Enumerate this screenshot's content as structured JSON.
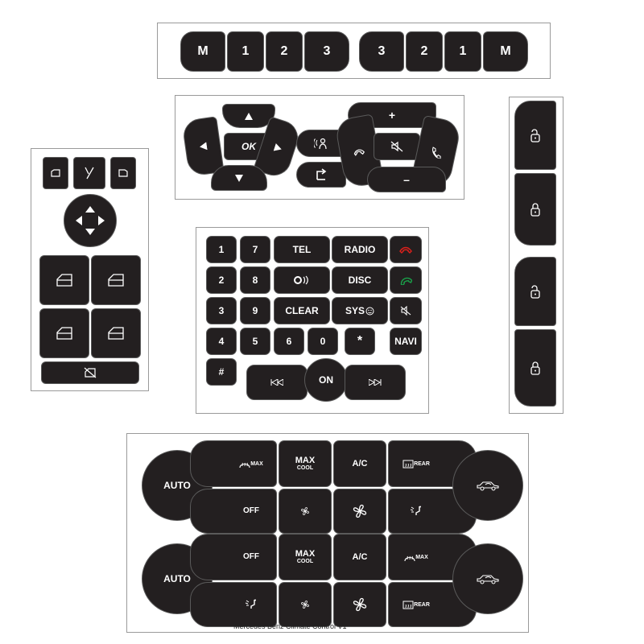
{
  "memory_strip": {
    "left": [
      "M",
      "1",
      "2",
      "3"
    ],
    "right": [
      "3",
      "2",
      "1",
      "M"
    ]
  },
  "steering": {
    "ok": "OK",
    "plus": "+",
    "minus": "–",
    "icons": [
      "up-arrow-icon",
      "down-arrow-icon",
      "left-arrow-icon",
      "right-arrow-icon",
      "voice-command-icon",
      "back-icon",
      "phone-hangup-icon",
      "mute-icon",
      "phone-answer-icon"
    ]
  },
  "keypad": {
    "digits_col1": [
      "1",
      "2",
      "3",
      "4"
    ],
    "digits_col2": [
      "7",
      "8",
      "9"
    ],
    "row4_digits": [
      "5",
      "6",
      "0"
    ],
    "star": "*",
    "hash": "#",
    "tel": "TEL",
    "radio": "RADIO",
    "disc": "DISC",
    "clear": "CLEAR",
    "sys": "SYS",
    "navi": "NAVI",
    "on": "ON",
    "colors": {
      "hangup": "#e0201b",
      "answer": "#1aa24a"
    }
  },
  "climate": {
    "auto": "AUTO",
    "off": "OFF",
    "max": "MAX",
    "cool": "COOL",
    "ac": "A/C",
    "rear": "REAR",
    "footer": "Mercedes Benz Climate Control V1"
  },
  "colors": {
    "button": "#231f20",
    "sheet_border": "#9a9a9a"
  }
}
